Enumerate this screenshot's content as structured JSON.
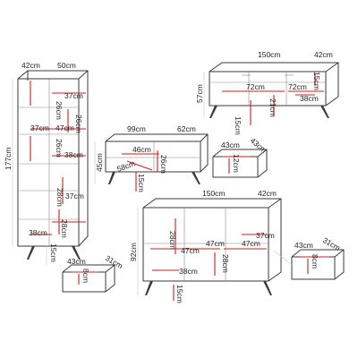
{
  "tall_cabinet": {
    "depth": "42cm",
    "width": "50cm",
    "height": "177cm",
    "d1": "26cm",
    "w1": "37cm",
    "d2": "26cm",
    "w2": "37cm",
    "h1": "47cm",
    "h2": "26cm",
    "w3": "38cm",
    "h3": "28cm",
    "w4": "37cm",
    "h4": "28cm",
    "w5": "38cm",
    "leg": "15cm"
  },
  "tall_drawer": {
    "w": "43cm",
    "d": "31cm",
    "h": "8cm"
  },
  "tv_stand": {
    "width": "150cm",
    "depth": "42cm",
    "height": "57cm",
    "w1": "72cm",
    "w2": "72cm",
    "h1": "15cm",
    "h2": "21cm",
    "d1": "38cm",
    "leg": "15cm"
  },
  "coffee_table": {
    "width": "99cm",
    "depth": "62cm",
    "height": "45cm",
    "w1": "46cm",
    "w2": "58cm",
    "h1": "26cm",
    "leg": "15cm"
  },
  "coffee_drawer": {
    "w": "43cm",
    "d": "43cm",
    "h": "12cm"
  },
  "sideboard": {
    "width": "150cm",
    "depth": "42cm",
    "height": "92cm",
    "h1": "28cm",
    "w1": "47cm",
    "w2": "47cm",
    "w3": "47cm",
    "d1": "37cm",
    "h2": "28cm",
    "d2": "38cm",
    "leg": "15cm"
  },
  "sideboard_drawer": {
    "w": "43cm",
    "d": "31cm",
    "h": "8cm"
  }
}
